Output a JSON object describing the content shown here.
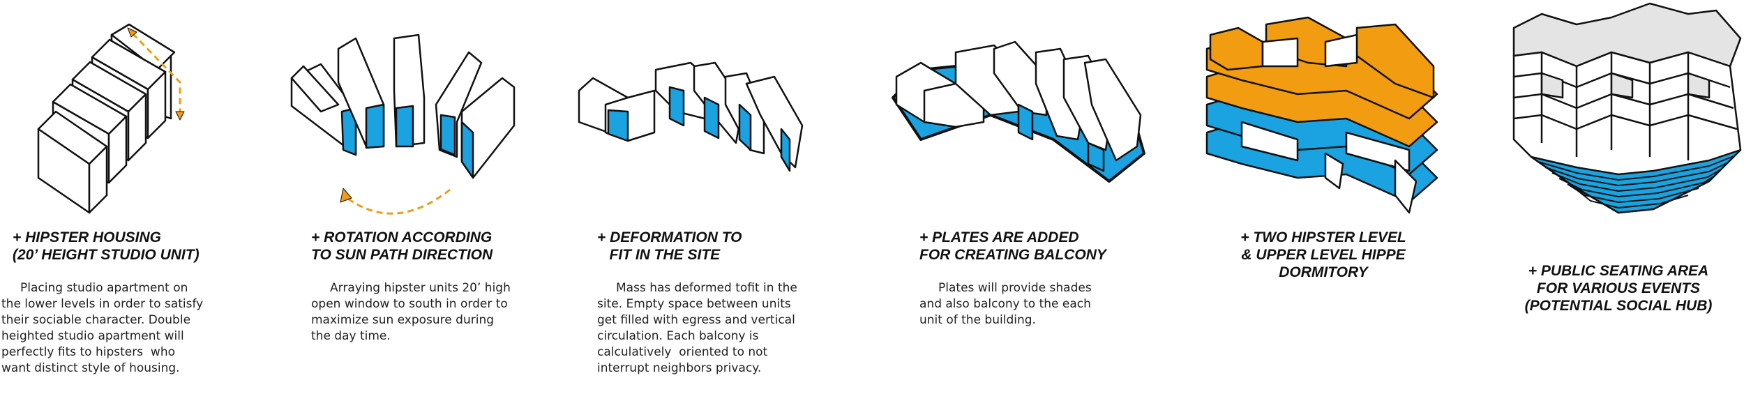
{
  "colors": {
    "blue": "#1aa3e0",
    "orange": "#f29c11",
    "white": "#ffffff",
    "grey": "#e4e4e4",
    "stroke": "#111111"
  },
  "steps": [
    {
      "title": "+ HIPSTER HOUSING\n(20’ HEIGHT STUDIO UNIT)",
      "description": "     Placing studio apartment on\nthe lower levels in order to satisfy\ntheir sociable character. Double\nheighted studio apartment will\nperfectly fits to hipsters  who\nwant distinct style of housing."
    },
    {
      "title": "+ ROTATION ACCORDING\nTO SUN PATH DIRECTION",
      "description": "     Arraying hipster units 20’ high\nopen window to south in order to\nmaximize sun exposure during\nthe day time."
    },
    {
      "title": "+ DEFORMATION TO\n   FIT IN THE SITE",
      "description": "     Mass has deformed tofit in the\nsite. Empty space between units\nget filled with egress and vertical\ncirculation. Each balcony is\ncalculatively  oriented to not\ninterrupt neighbors privacy."
    },
    {
      "title": "+ PLATES ARE ADDED\nFOR CREATING BALCONY",
      "description": "     Plates will provide shades\nand also balcony to the each\nunit of the building."
    },
    {
      "title": "+ TWO HIPSTER LEVEL\n& UPPER LEVEL HIPPE\nDORMITORY",
      "description": ""
    },
    {
      "title": "+ PUBLIC SEATING AREA\nFOR VARIOUS EVENTS\n(POTENTIAL SOCIAL HUB)",
      "description": ""
    }
  ]
}
